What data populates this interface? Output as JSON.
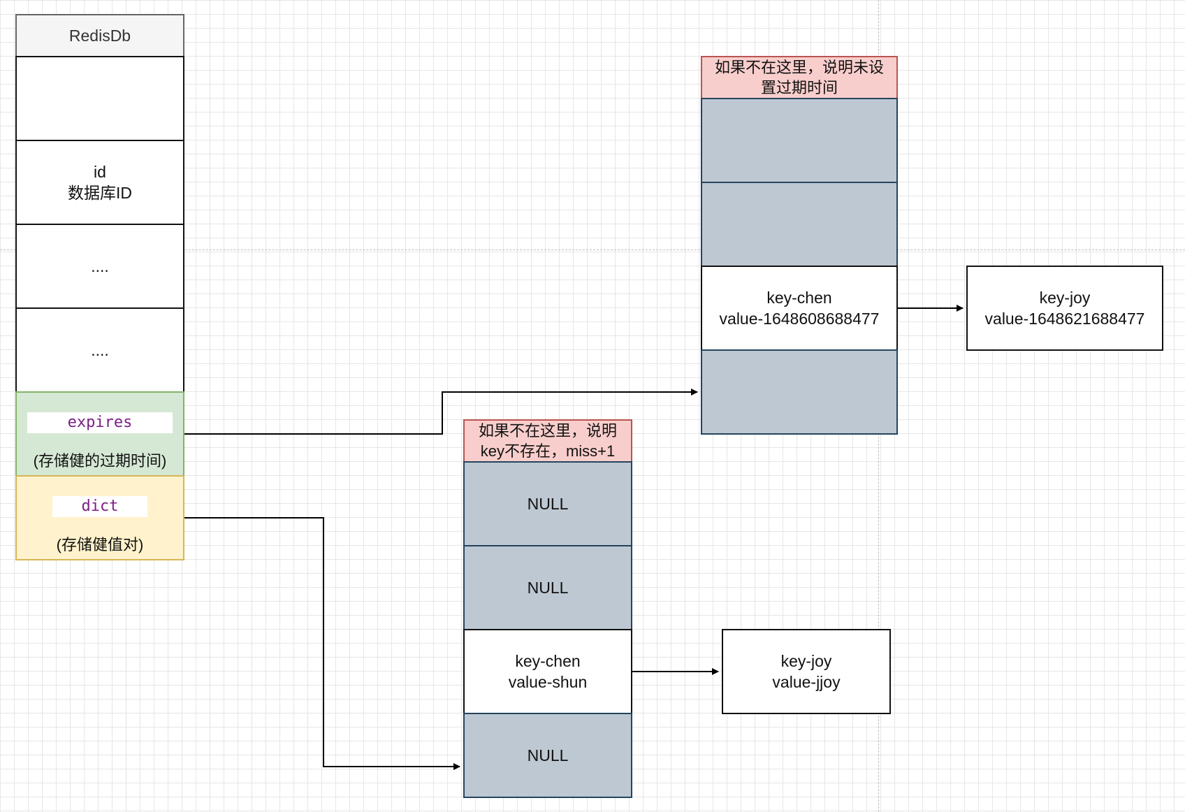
{
  "redisdb": {
    "title": "RedisDb",
    "id_line1": "id",
    "id_line2": "数据库ID",
    "dots1": "....",
    "dots2": "....",
    "expires_code": "expires",
    "expires_desc": "(存储健的过期时间)",
    "dict_code": "dict",
    "dict_desc": "(存储健值对)"
  },
  "expires_table": {
    "note_line1": "如果不在这里，说明未设",
    "note_line2": "置过期时间",
    "entry_key": "key-chen",
    "entry_value": "value-1648608688477",
    "next_key": "key-joy",
    "next_value": "value-1648621688477"
  },
  "dict_table": {
    "note_line1": "如果不在这里，说明",
    "note_line2": "key不存在，miss+1",
    "null1": "NULL",
    "null2": "NULL",
    "entry_key": "key-chen",
    "entry_value": "value-shun",
    "null3": "NULL",
    "next_key": "key-joy",
    "next_value": "value-jjoy"
  },
  "colors": {
    "slot_fill": "#bec8d2",
    "slot_border": "#23445d",
    "note_fill": "#f8cecc",
    "note_border": "#b85450",
    "expires_fill": "#d5e8d4",
    "dict_fill": "#fff2cc",
    "code_text": "#7a1f85"
  }
}
